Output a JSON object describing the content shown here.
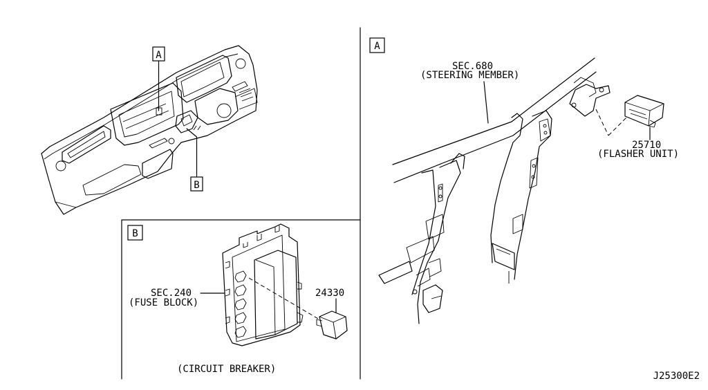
{
  "diagram": {
    "drawing_code": "J25300E2",
    "callouts": {
      "view_a_marker": "A",
      "view_b_marker": "B",
      "panel_a_tag": "A",
      "panel_b_tag": "B"
    },
    "parts": [
      {
        "line1": "SEC.680",
        "line2": "(STEERING MEMBER)"
      },
      {
        "line1": "25710",
        "line2": "(FLASHER UNIT)"
      },
      {
        "line1": "SEC.240",
        "line2": "(FUSE BLOCK)"
      },
      {
        "line1": "24330",
        "line2": ""
      }
    ],
    "caption_b": "(CIRCUIT BREAKER)"
  }
}
